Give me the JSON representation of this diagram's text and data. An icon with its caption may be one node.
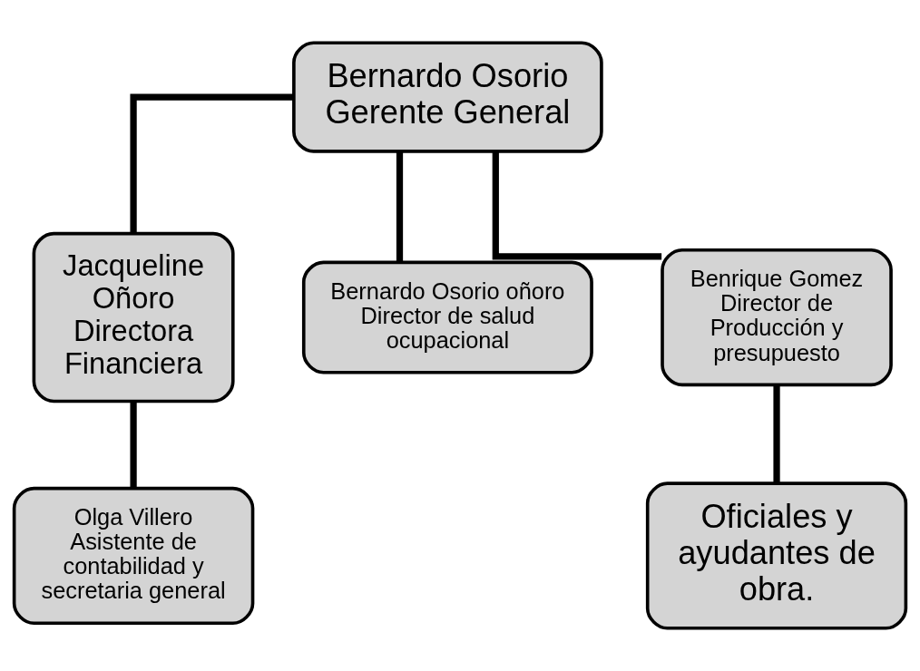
{
  "diagram": {
    "nodes": [
      {
        "text": [
          "Bernardo Osorio",
          "Gerente General"
        ]
      },
      {
        "text": [
          "Jacqueline Oñoro",
          "Directora Financiera"
        ]
      },
      {
        "text": [
          "Bernardo Osorio oñoro",
          "Director de salud ocupacional"
        ]
      },
      {
        "text": [
          "Benrique Gomez",
          "Director de Producción y presupuesto"
        ]
      },
      {
        "text": [
          "Olga Villero",
          "Asistente de contabilidad y secretaria general"
        ]
      },
      {
        "text": [
          "Oficiales y ayudantes de obra."
        ]
      }
    ],
    "edges": [
      {
        "from": 0,
        "to": 1,
        "arrow": "none"
      },
      {
        "from": 0,
        "to": 2,
        "arrow": "none"
      },
      {
        "from": 0,
        "to": 3,
        "arrow": "none"
      },
      {
        "from": 1,
        "to": 4,
        "arrow": "none"
      },
      {
        "from": 3,
        "to": 5,
        "arrow": "none"
      }
    ]
  }
}
